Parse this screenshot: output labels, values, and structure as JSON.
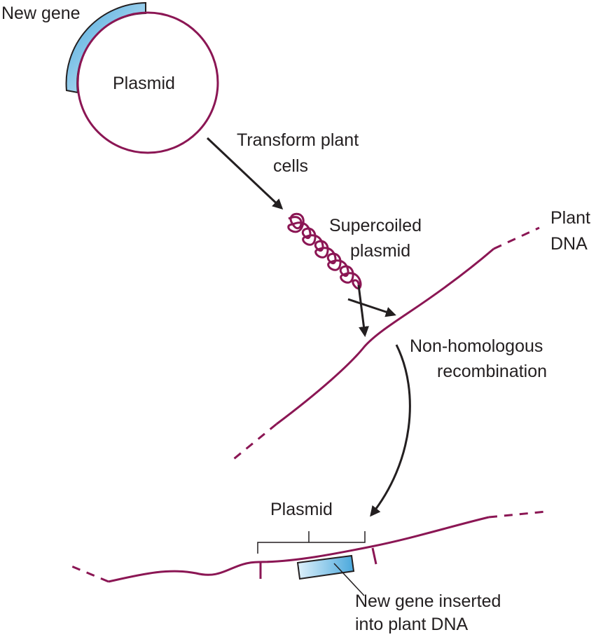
{
  "labels": {
    "new_gene": "New gene",
    "plasmid": "Plasmid",
    "transform_line1": "Transform plant",
    "transform_line2": "cells",
    "supercoiled_line1": "Supercoiled",
    "supercoiled_line2": "plasmid",
    "plant_dna_line1": "Plant",
    "plant_dna_line2": "DNA",
    "recombination_line1": "Non-homologous",
    "recombination_line2": "recombination",
    "bottom_plasmid": "Plasmid",
    "inserted_line1": "New gene inserted",
    "inserted_line2": "into plant DNA"
  },
  "colors": {
    "dna": "#8b1654",
    "gene_fill_light": "#dff1fb",
    "gene_fill_dark": "#4aa8dc",
    "arrow": "#231f20",
    "text": "#231f20"
  }
}
